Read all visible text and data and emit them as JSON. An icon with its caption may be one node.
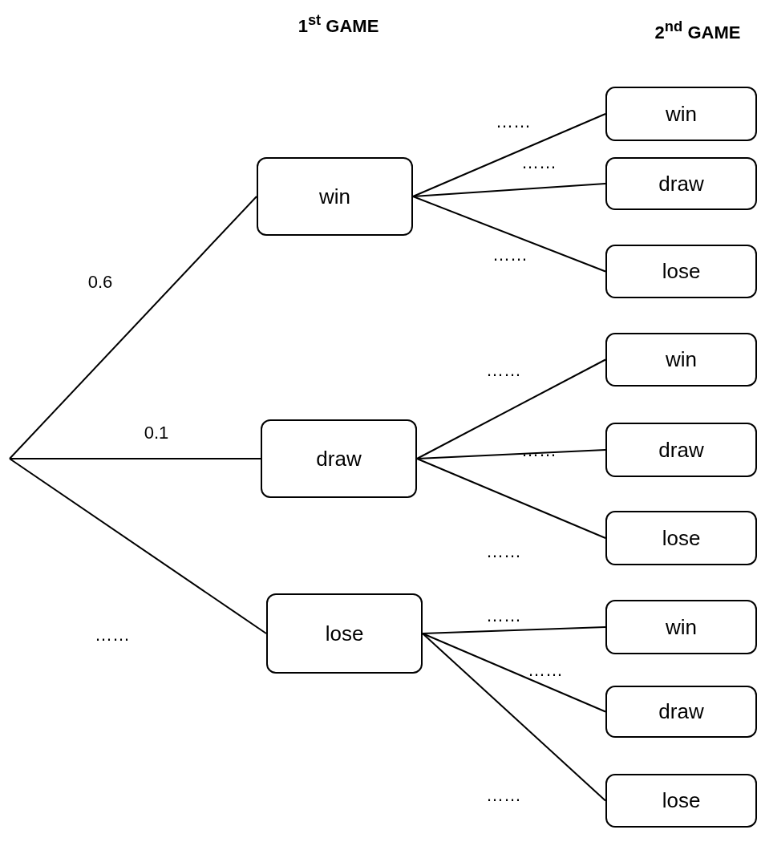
{
  "diagram": {
    "nodes": [
      {
        "text": [
          "win"
        ]
      },
      {
        "text": [
          "draw"
        ]
      },
      {
        "text": [
          "lose"
        ]
      },
      {
        "text": [
          "win"
        ]
      },
      {
        "text": [
          "draw"
        ]
      },
      {
        "text": [
          "lose"
        ]
      },
      {
        "text": [
          "win"
        ]
      },
      {
        "text": [
          "draw"
        ]
      },
      {
        "text": [
          "lose"
        ]
      },
      {
        "text": [
          "win"
        ]
      },
      {
        "text": [
          "draw"
        ]
      },
      {
        "text": [
          "lose"
        ]
      }
    ],
    "edges": [
      {
        "from": null,
        "to": 0,
        "arrow": "none",
        "label": "0.6"
      },
      {
        "from": null,
        "to": 1,
        "arrow": "none",
        "label": "0.1"
      },
      {
        "from": null,
        "to": 2,
        "arrow": "none",
        "label": "……"
      },
      {
        "from": 0,
        "to": 3,
        "arrow": "none",
        "label": "……"
      },
      {
        "from": 0,
        "to": 4,
        "arrow": "none",
        "label": "……"
      },
      {
        "from": 0,
        "to": 5,
        "arrow": "none",
        "label": "……"
      },
      {
        "from": 1,
        "to": 6,
        "arrow": "none",
        "label": "……"
      },
      {
        "from": 1,
        "to": 7,
        "arrow": "none",
        "label": "……"
      },
      {
        "from": 1,
        "to": 8,
        "arrow": "none",
        "label": "……"
      },
      {
        "from": 2,
        "to": 9,
        "arrow": "none",
        "label": "……"
      },
      {
        "from": 2,
        "to": 10,
        "arrow": "none",
        "label": "……"
      },
      {
        "from": 2,
        "to": 11,
        "arrow": "none",
        "label": "……"
      }
    ],
    "labels": [
      "1$^{st}$ GAME",
      "2$^{nd}$ GAME"
    ]
  }
}
